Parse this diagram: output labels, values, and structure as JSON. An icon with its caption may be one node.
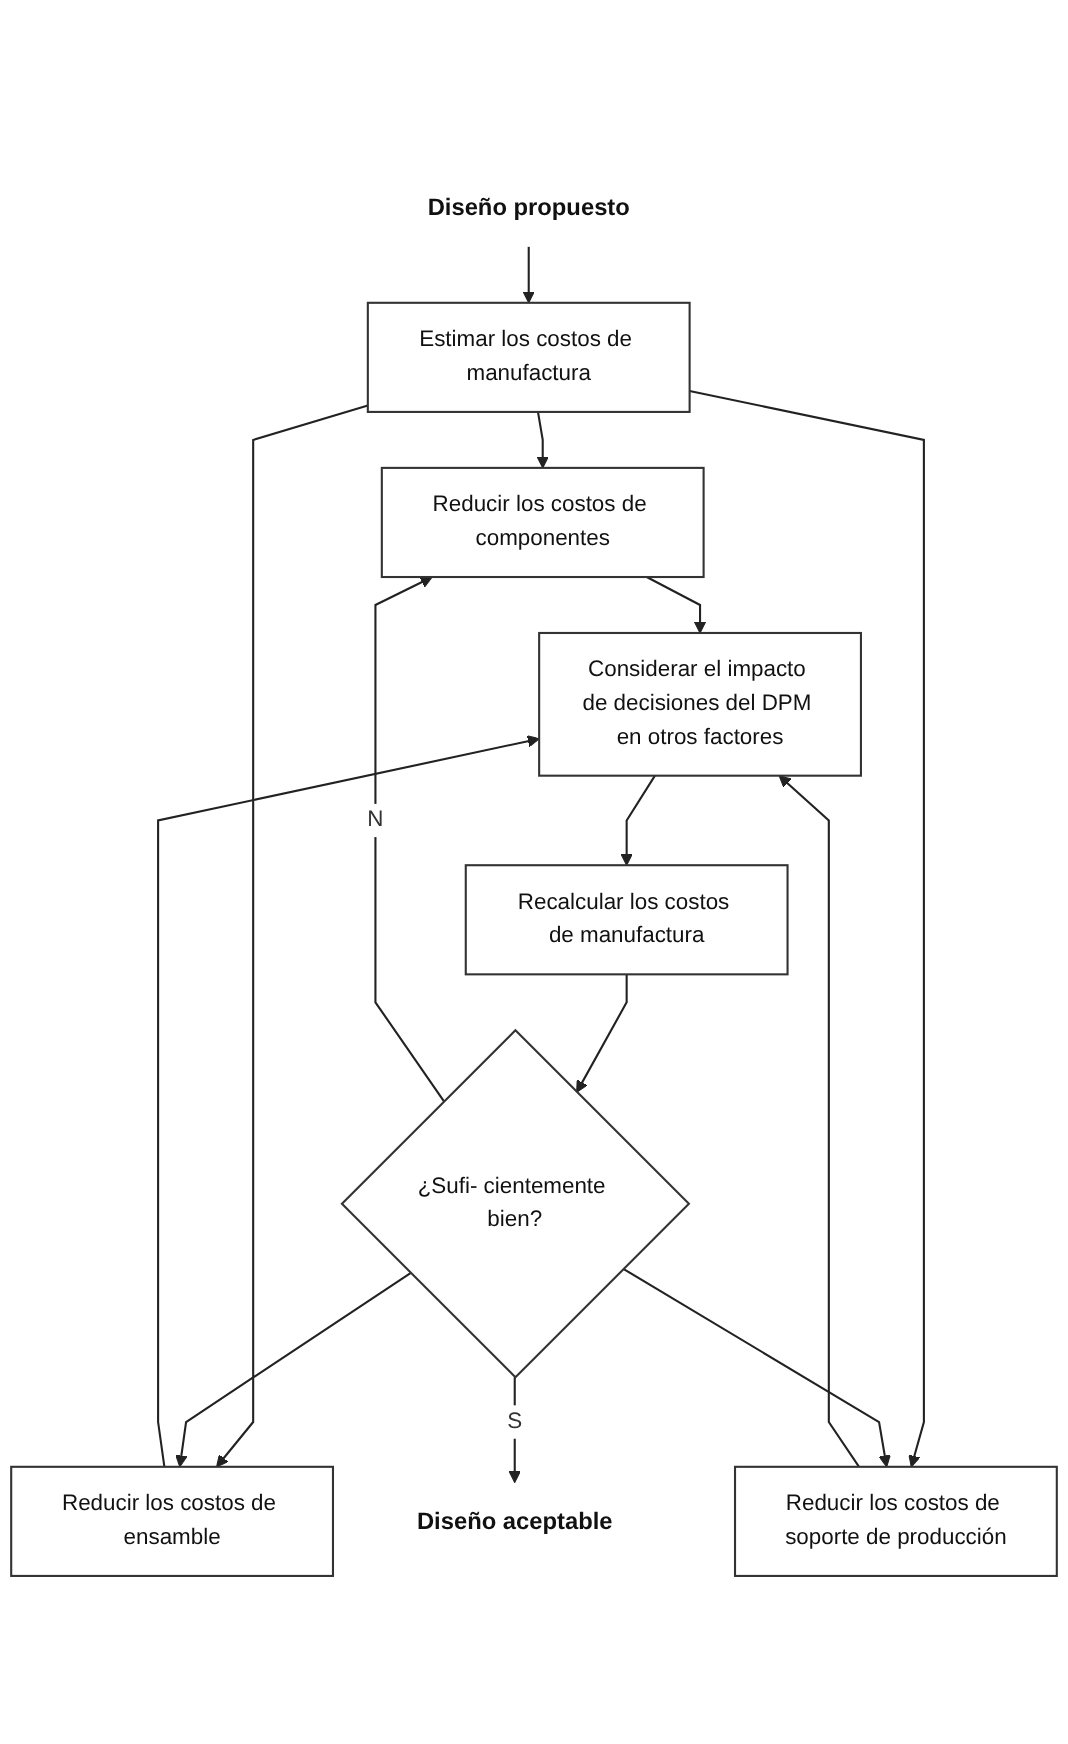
{
  "diagram": {
    "nodes": [
      {
        "text": [
          "Diseño propuesto"
        ]
      },
      {
        "text": [
          "Estimar los costos de manufactura"
        ]
      },
      {
        "text": [
          "Reducir los costos de componentes"
        ]
      },
      {
        "text": [
          "Reducir los costos de ensamble"
        ]
      },
      {
        "text": [
          "Reducir los costos de soporte de producción"
        ]
      },
      {
        "text": [
          "Considerar el impacto de decisiones del DPM en otros factores"
        ]
      },
      {
        "text": [
          "Recalcular los costos de manufactura"
        ]
      },
      {
        "text": [
          "¿Sufi- cientemente bien?"
        ]
      },
      {
        "text": [
          "Diseño aceptable"
        ]
      }
    ],
    "edges": [
      {
        "from": 0,
        "to": 1,
        "arrow": "to"
      },
      {
        "from": 1,
        "to": 2,
        "arrow": "to"
      },
      {
        "from": 1,
        "to": 3,
        "arrow": "to"
      },
      {
        "from": 1,
        "to": 4,
        "arrow": "to"
      },
      {
        "from": 7,
        "to": 2,
        "arrow": "to",
        "label": "N"
      },
      {
        "from": 7,
        "to": 3,
        "arrow": "to"
      },
      {
        "from": 7,
        "to": 4,
        "arrow": "to"
      },
      {
        "from": 2,
        "to": 5,
        "arrow": "to"
      },
      {
        "from": 3,
        "to": 5,
        "arrow": "to"
      },
      {
        "from": 4,
        "to": 5,
        "arrow": "to"
      },
      {
        "from": 5,
        "to": 6,
        "arrow": "to"
      },
      {
        "from": 6,
        "to": 7,
        "arrow": "to"
      },
      {
        "from": 7,
        "to": 8,
        "arrow": "to",
        "label": "S"
      }
    ]
  }
}
